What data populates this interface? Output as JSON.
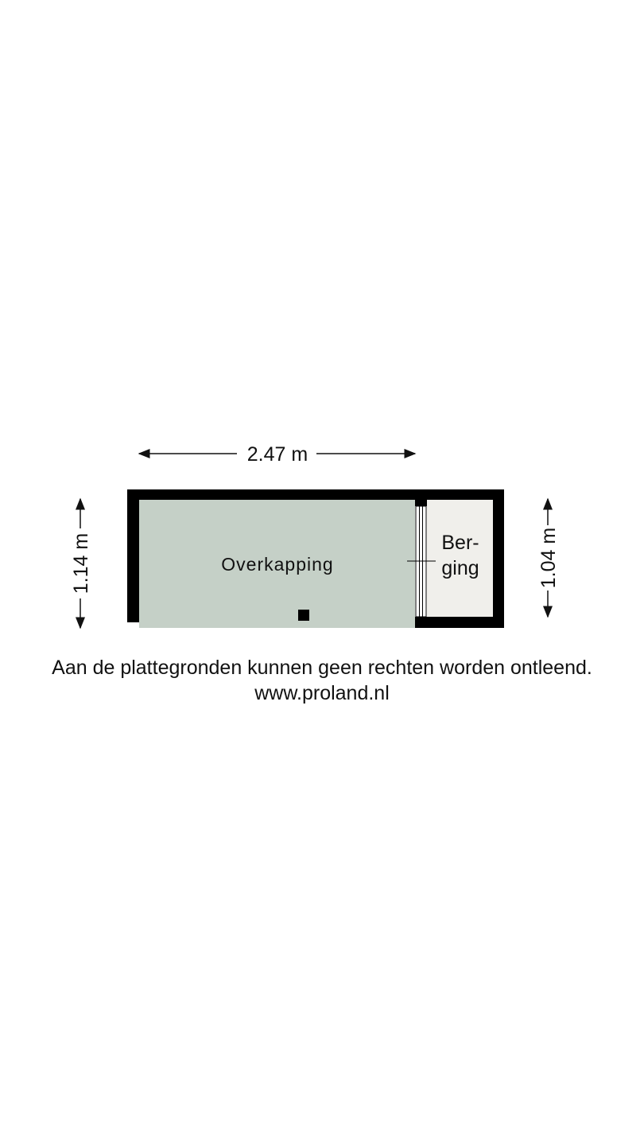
{
  "floorplan": {
    "dimensions": {
      "width": "2.47 m",
      "left_height": "1.14 m",
      "right_height": "1.04 m"
    },
    "rooms": [
      {
        "name": "Overkapping",
        "color": "#c5d0c7"
      },
      {
        "name_line1": "Ber-",
        "name_line2": "ging",
        "color": "#f0efeb"
      }
    ],
    "wall_color": "#000000"
  },
  "footer": {
    "disclaimer": "Aan de plattegronden kunnen geen rechten worden ontleend.",
    "website": "www.proland.nl"
  }
}
